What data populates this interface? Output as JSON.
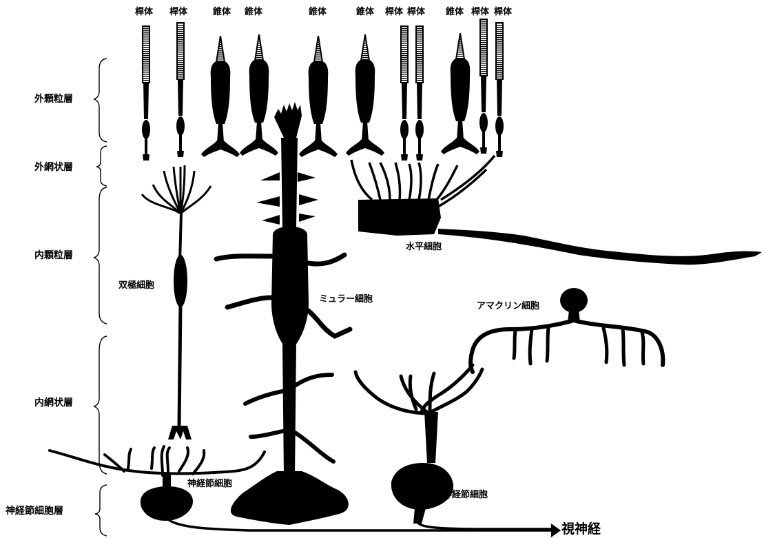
{
  "photoreceptors": {
    "rod": "桿体",
    "cone": "錐体"
  },
  "layers": {
    "outer_nuclear": "外顆粒層",
    "outer_plexiform": "外網状層",
    "inner_nuclear": "内顆粒層",
    "inner_plexiform": "内網状層",
    "ganglion_cell_layer": "神経節細胞層"
  },
  "cells": {
    "bipolar": "双極細胞",
    "muller": "ミュラー細胞",
    "horizontal": "水平細胞",
    "amacrine": "アマクリン細胞",
    "ganglion": "神経節細胞"
  },
  "optic_nerve": "視神経",
  "colors": {
    "ink": "#000000",
    "paper": "#ffffff"
  }
}
